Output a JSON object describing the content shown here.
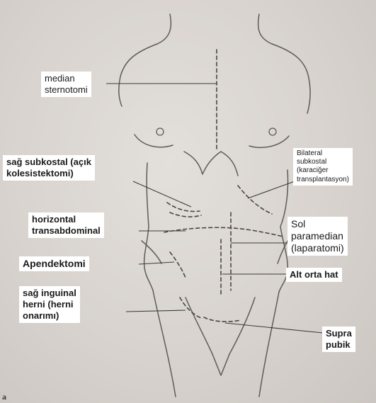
{
  "labels": {
    "median_sternotomy": [
      "median",
      "sternotomi"
    ],
    "right_subcostal": [
      "sağ subkostal (açık",
      "kolesistektomi)"
    ],
    "bilateral_subcostal": [
      "Bilateral",
      "subkostal",
      "(karaciğer",
      "transplantasyon)"
    ],
    "horizontal_transabdominal": [
      "horizontal",
      "transabdominal"
    ],
    "left_paramedian": [
      "Sol",
      "paramedian",
      "(laparatomi)"
    ],
    "appendectomy": [
      "Apendektomi"
    ],
    "lower_midline": [
      "Alt orta hat"
    ],
    "right_inguinal": [
      "sağ inguinal",
      "herni (herni",
      "onarımı)"
    ],
    "suprapubic": [
      "Supra",
      "pubik"
    ]
  },
  "figure_letter": "a",
  "colors": {
    "background": "#d9d4cf",
    "line": "#5a5654",
    "label_bg": "#ffffff",
    "text": "#1a1a1a"
  }
}
